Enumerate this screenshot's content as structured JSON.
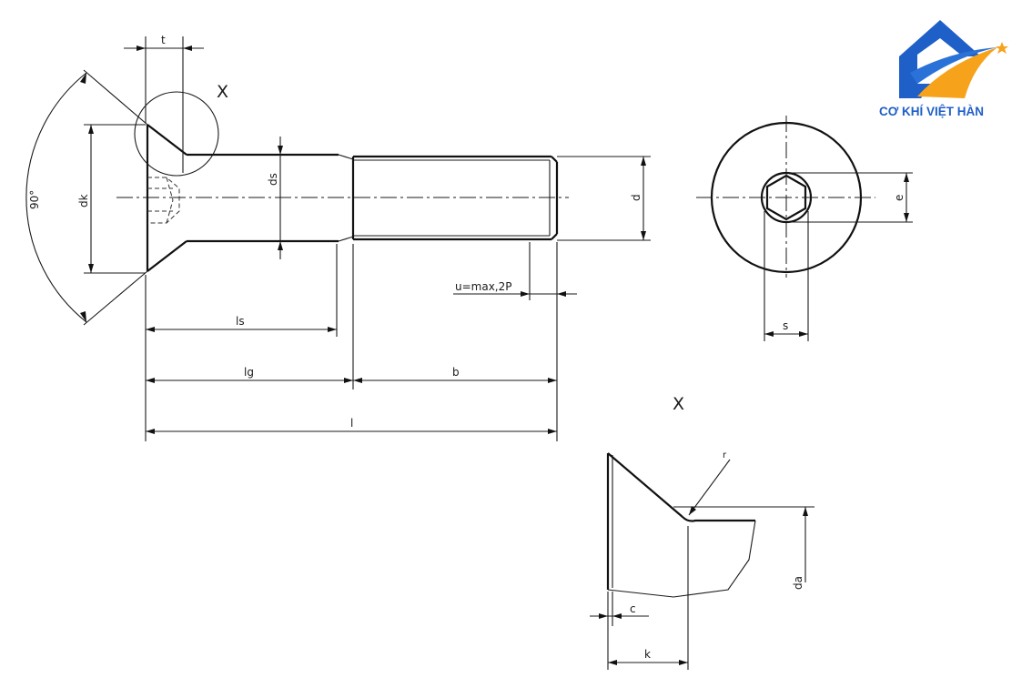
{
  "brand": {
    "name": "CƠ KHÍ VIỆT HÀN",
    "colors": {
      "blue": "#1f5fc8",
      "orange": "#f7a21b",
      "text": "#1f5fc8"
    }
  },
  "labels": {
    "t": "t",
    "x_detail": "X",
    "x_view": "X",
    "angle": "90°",
    "dk": "dk",
    "ds": "ds",
    "d": "d",
    "u": "u=max,2P",
    "ls": "ls",
    "lg": "lg",
    "b": "b",
    "l": "l",
    "e": "e",
    "s": "s",
    "r": "r",
    "da": "da",
    "c": "c",
    "k": "k"
  }
}
